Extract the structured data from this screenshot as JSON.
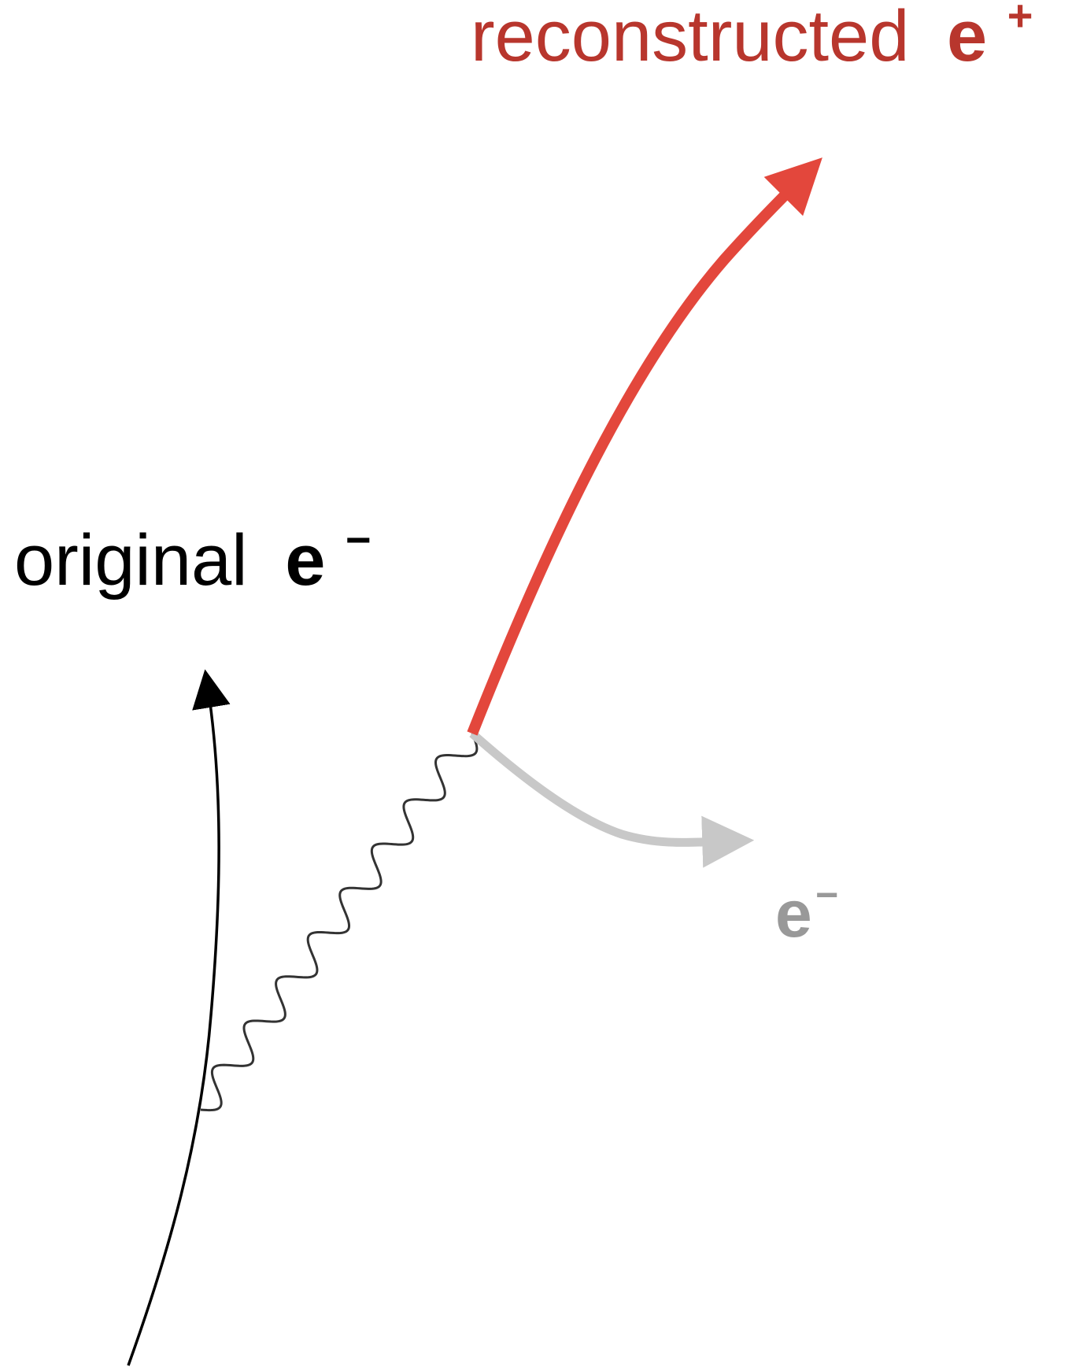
{
  "labels": {
    "reconstructed": {
      "text": "reconstructed",
      "particle": "e",
      "charge": "+"
    },
    "original": {
      "text": "original",
      "particle": "e",
      "charge": "−"
    },
    "secondary": {
      "particle": "e",
      "charge": "−"
    }
  },
  "colors": {
    "reconstructed": "#e3473c",
    "reconstructed_label": "#b8362d",
    "original": "#000000",
    "secondary": "#c8c8c8",
    "secondary_label": "#999999",
    "photon": "#333333"
  }
}
